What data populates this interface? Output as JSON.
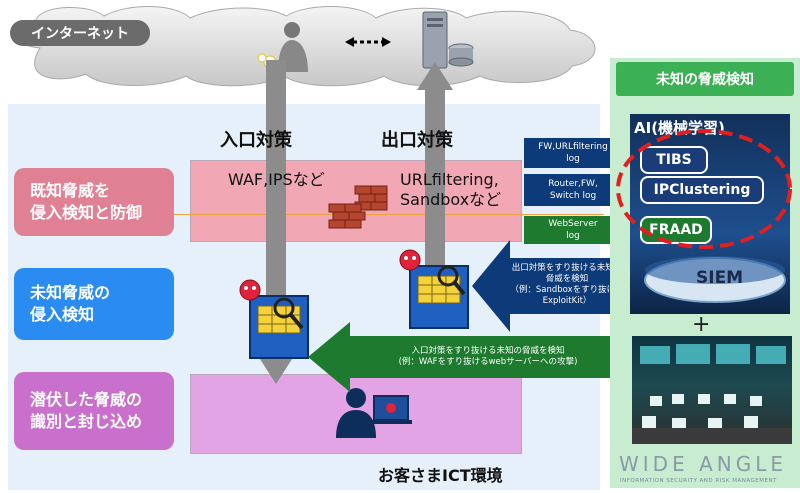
{
  "internet_label": "インターネット",
  "threat_panel_title": "未知の脅威検知",
  "row_labels": {
    "known": "既知脅威を\n侵入検知と防御",
    "unknown": "未知脅威の\n侵入検知",
    "latent": "潜伏した脅威の\n識別と封じ込め"
  },
  "entrance_title": "入口対策",
  "exit_title": "出口対策",
  "entrance_tools": "WAF,IPSなど",
  "exit_tools": "URLfiltering,\nSandboxなど",
  "log_labels": {
    "url_log": "FW,URLfiltering\nlog",
    "router_log": "Router,FW,\nSwitch log",
    "webserver_log": "WebServer\nlog"
  },
  "exit_bypass_note": "出口対策をすり抜ける未知の\n脅威を検知\n（例：Sandboxをすり抜ける\nExploitKit）",
  "entrance_bypass_note": "入口対策をすり抜ける未知の脅威を検知\n(例：WAFをすり抜けるwebサーバーへの攻撃)",
  "ai_label": "AI(機械学習)",
  "engines": [
    "TIBS",
    "IPClustering",
    "FRAAD"
  ],
  "siem_label": "SIEM",
  "plus_sign": "+",
  "customer_env_label": "お客さまICT環境",
  "brand": {
    "name": "WIDE ANGLE",
    "tagline": "INFORMATION SECURITY AND RISK MANAGEMENT"
  },
  "colors": {
    "navy_arrow": "#0d3a78",
    "green_arrow": "#1e7a2e",
    "gray_arrow": "#8c8c8c",
    "red_circle": "#e02020",
    "pink_band": "#f2a7b4",
    "purple_band": "#e3a4e6"
  }
}
